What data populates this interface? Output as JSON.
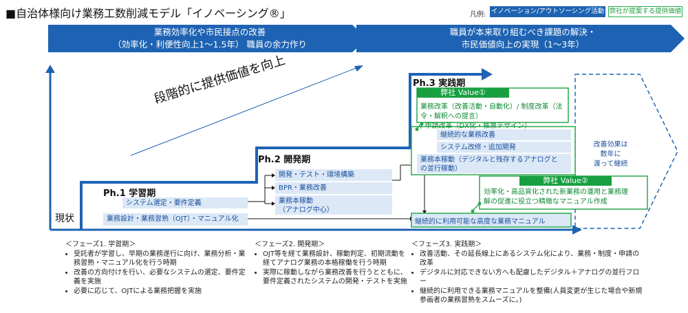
{
  "title": "■自治体様向け業務工数削減モデル「イノベーシング®」",
  "legend": {
    "label": "凡例:",
    "blue": "イノベーション/アウトソーシング活動",
    "green": "弊社が提案する提供価値"
  },
  "banners": {
    "left": [
      "業務効率化や市民接点の改善",
      "（効率化・利便性向上1〜1.5年） 職員の余力作り"
    ],
    "right": [
      "職員が本来取り組むべき課題の解決・",
      "市民価値向上の実現（1〜3年）"
    ]
  },
  "diagonal": "段階的に提供価値を向上",
  "baseline": "現状",
  "ph1": {
    "title": "Ph.1 学習期",
    "box1": "システム選定・要件定義",
    "box2": "業務設計・業務習熟（OJT）・マニュアル化"
  },
  "ph2": {
    "title": "Ph.2 開発期",
    "box1": "開発・テスト・環境構築",
    "box2": "BPR・業務改善",
    "box3a": "業務本稼動",
    "box3b": "（アナログ中心）"
  },
  "ph3": {
    "title": "Ph.3 実践期",
    "value1": {
      "header": "弊社 Value①",
      "text": [
        "業務改革（改善活動・自動化）/ 制度改革（法令・解釈への提言）",
        "/ 申請改革（DX化・帳票デザイン）"
      ]
    },
    "box1": "継続的な業務改善",
    "box2": "システム改修・追加開発",
    "box3": [
      "業務本稼動（デジタルと残存するアナログと",
      "の並行稼動）"
    ],
    "value2": {
      "header": "弊社 Value②",
      "text": [
        "効率化・高品質化された新業務の運用と業務理",
        "解の促進に役立つ精緻なマニュアル作成"
      ]
    },
    "manual": "継続的に利用可能な高度な業務マニュアル"
  },
  "continuation": [
    "改善効果は",
    "数年に",
    "渡って継続"
  ],
  "phases": [
    {
      "header": "＜フェーズ1. 学習期＞",
      "items": [
        "受託者が学習し、早期の業務遂行に向け、業務分析・業務習熟・マニュアル化を行う時期",
        "改善の方向付けを行い、必要なシステムの選定、要件定義を実施",
        "必要に応じて、OJTによる業務把握を実施"
      ]
    },
    {
      "header": "＜フェーズ2. 開発期＞",
      "items": [
        "OJT等を経て業務設計、稼動判定、初期流動を経てアナログ業務の本格稼働を行う時期",
        "実際に稼動しながら業務改善を行うとともに、要件定義されたシステムの開発・テストを実施"
      ]
    },
    {
      "header": "＜フェーズ3. 実践期＞",
      "items": [
        "改善活動、その延長線上にあるシステム化により、業務・制度・申請の改革",
        "デジタルに対応できない方へも配慮したデジタル＋アナログの並行フロー",
        "継続的に利用できる業務マニュアルを整備(人員変更が生じた場合や新規参画者の業務習熟をスムーズに。)"
      ]
    }
  ]
}
